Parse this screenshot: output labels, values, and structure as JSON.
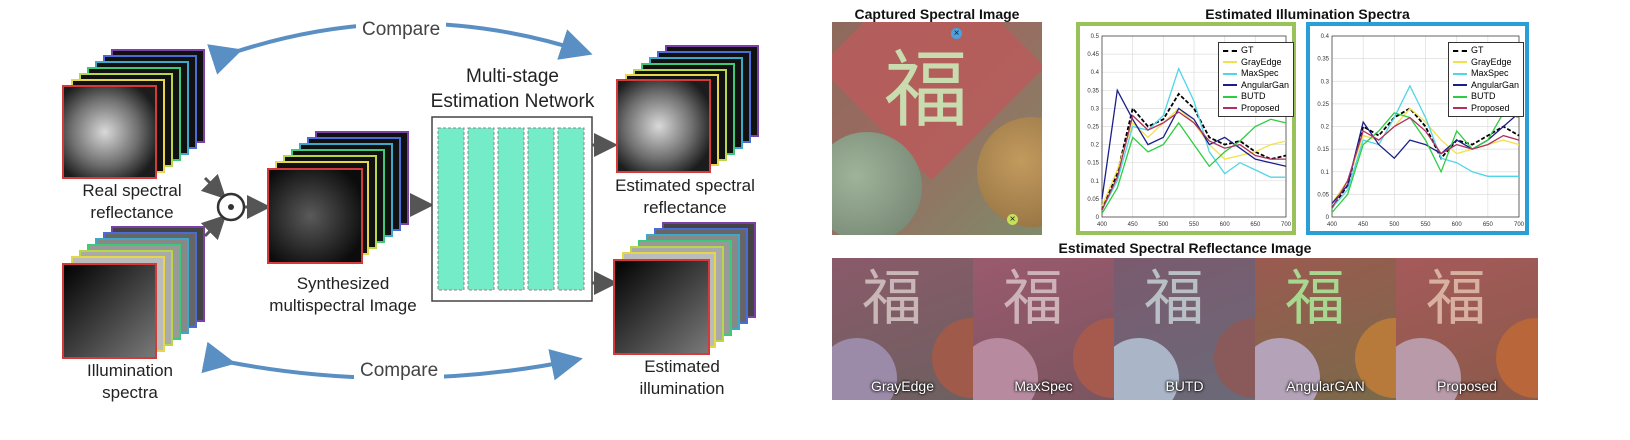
{
  "pipeline": {
    "compare_top": "Compare",
    "compare_bottom": "Compare",
    "real_reflectance": "Real spectral reflectance",
    "illumination_spectra": "Illumination spectra",
    "synthesized": "Synthesized multispectral Image",
    "network_title": "Multi-stage Estimation Network",
    "est_reflectance": "Estimated spectral reflectance",
    "est_illumination": "Estimated illumination"
  },
  "results": {
    "captured_title": "Captured Spectral Image",
    "spectra_title": "Estimated Illumination Spectra",
    "reflectance_title": "Estimated Spectral Reflectance Image",
    "strip_methods": [
      "GrayEdge",
      "MaxSpec",
      "BUTD",
      "AngularGAN",
      "Proposed"
    ],
    "char": "福"
  },
  "chart_data": [
    {
      "type": "line",
      "xlim": [
        400,
        700
      ],
      "ylim": [
        0,
        0.5
      ],
      "x_ticks": [
        400,
        450,
        500,
        550,
        600,
        650,
        700
      ],
      "y_ticks": [
        0,
        0.05,
        0.1,
        0.15,
        0.2,
        0.25,
        0.3,
        0.35,
        0.4,
        0.45,
        0.5
      ],
      "grid": true,
      "legend_position": "top-right",
      "x": [
        400,
        425,
        450,
        475,
        500,
        525,
        550,
        575,
        600,
        625,
        650,
        675,
        700
      ],
      "series": [
        {
          "name": "GT",
          "color": "#000000",
          "dashed": true,
          "values": [
            0.02,
            0.12,
            0.3,
            0.25,
            0.27,
            0.34,
            0.3,
            0.22,
            0.2,
            0.21,
            0.18,
            0.16,
            0.17
          ]
        },
        {
          "name": "GrayEdge",
          "color": "#f0e24a",
          "values": [
            0.03,
            0.13,
            0.26,
            0.22,
            0.26,
            0.3,
            0.26,
            0.2,
            0.16,
            0.17,
            0.18,
            0.2,
            0.21
          ]
        },
        {
          "name": "MaxSpec",
          "color": "#4fd6e6",
          "values": [
            0.02,
            0.1,
            0.25,
            0.24,
            0.28,
            0.41,
            0.32,
            0.18,
            0.12,
            0.15,
            0.13,
            0.11,
            0.11
          ]
        },
        {
          "name": "AngularGan",
          "color": "#1b1f8a",
          "values": [
            0.05,
            0.35,
            0.27,
            0.2,
            0.22,
            0.3,
            0.27,
            0.2,
            0.22,
            0.19,
            0.16,
            0.15,
            0.14
          ]
        },
        {
          "name": "BUTD",
          "color": "#2ecc40",
          "values": [
            0.01,
            0.08,
            0.22,
            0.18,
            0.2,
            0.26,
            0.2,
            0.14,
            0.18,
            0.21,
            0.25,
            0.27,
            0.26
          ]
        },
        {
          "name": "Proposed",
          "color": "#b03060",
          "values": [
            0.02,
            0.11,
            0.28,
            0.24,
            0.26,
            0.29,
            0.26,
            0.21,
            0.19,
            0.2,
            0.17,
            0.16,
            0.16
          ]
        }
      ]
    },
    {
      "type": "line",
      "xlim": [
        400,
        700
      ],
      "ylim": [
        0,
        0.4
      ],
      "x_ticks": [
        400,
        450,
        500,
        550,
        600,
        650,
        700
      ],
      "y_ticks": [
        0,
        0.05,
        0.1,
        0.15,
        0.2,
        0.25,
        0.3,
        0.35,
        0.4
      ],
      "grid": true,
      "legend_position": "top-right",
      "x": [
        400,
        425,
        450,
        475,
        500,
        525,
        550,
        575,
        600,
        625,
        650,
        675,
        700
      ],
      "series": [
        {
          "name": "GT",
          "color": "#000000",
          "dashed": true,
          "values": [
            0.02,
            0.07,
            0.2,
            0.18,
            0.22,
            0.24,
            0.2,
            0.13,
            0.17,
            0.16,
            0.18,
            0.2,
            0.18
          ]
        },
        {
          "name": "GrayEdge",
          "color": "#f0e24a",
          "values": [
            0.03,
            0.08,
            0.18,
            0.17,
            0.2,
            0.24,
            0.21,
            0.17,
            0.14,
            0.15,
            0.16,
            0.17,
            0.16
          ]
        },
        {
          "name": "MaxSpec",
          "color": "#4fd6e6",
          "values": [
            0.02,
            0.06,
            0.17,
            0.16,
            0.22,
            0.29,
            0.22,
            0.13,
            0.12,
            0.1,
            0.09,
            0.09,
            0.09
          ]
        },
        {
          "name": "AngularGan",
          "color": "#1b1f8a",
          "values": [
            0.03,
            0.07,
            0.21,
            0.16,
            0.13,
            0.17,
            0.16,
            0.14,
            0.17,
            0.15,
            0.17,
            0.2,
            0.23
          ]
        },
        {
          "name": "BUTD",
          "color": "#2ecc40",
          "values": [
            0.01,
            0.05,
            0.16,
            0.19,
            0.23,
            0.22,
            0.17,
            0.1,
            0.19,
            0.15,
            0.17,
            0.23,
            0.22
          ]
        },
        {
          "name": "Proposed",
          "color": "#b03060",
          "values": [
            0.02,
            0.08,
            0.19,
            0.17,
            0.2,
            0.22,
            0.19,
            0.14,
            0.16,
            0.15,
            0.16,
            0.18,
            0.17
          ]
        }
      ]
    }
  ]
}
